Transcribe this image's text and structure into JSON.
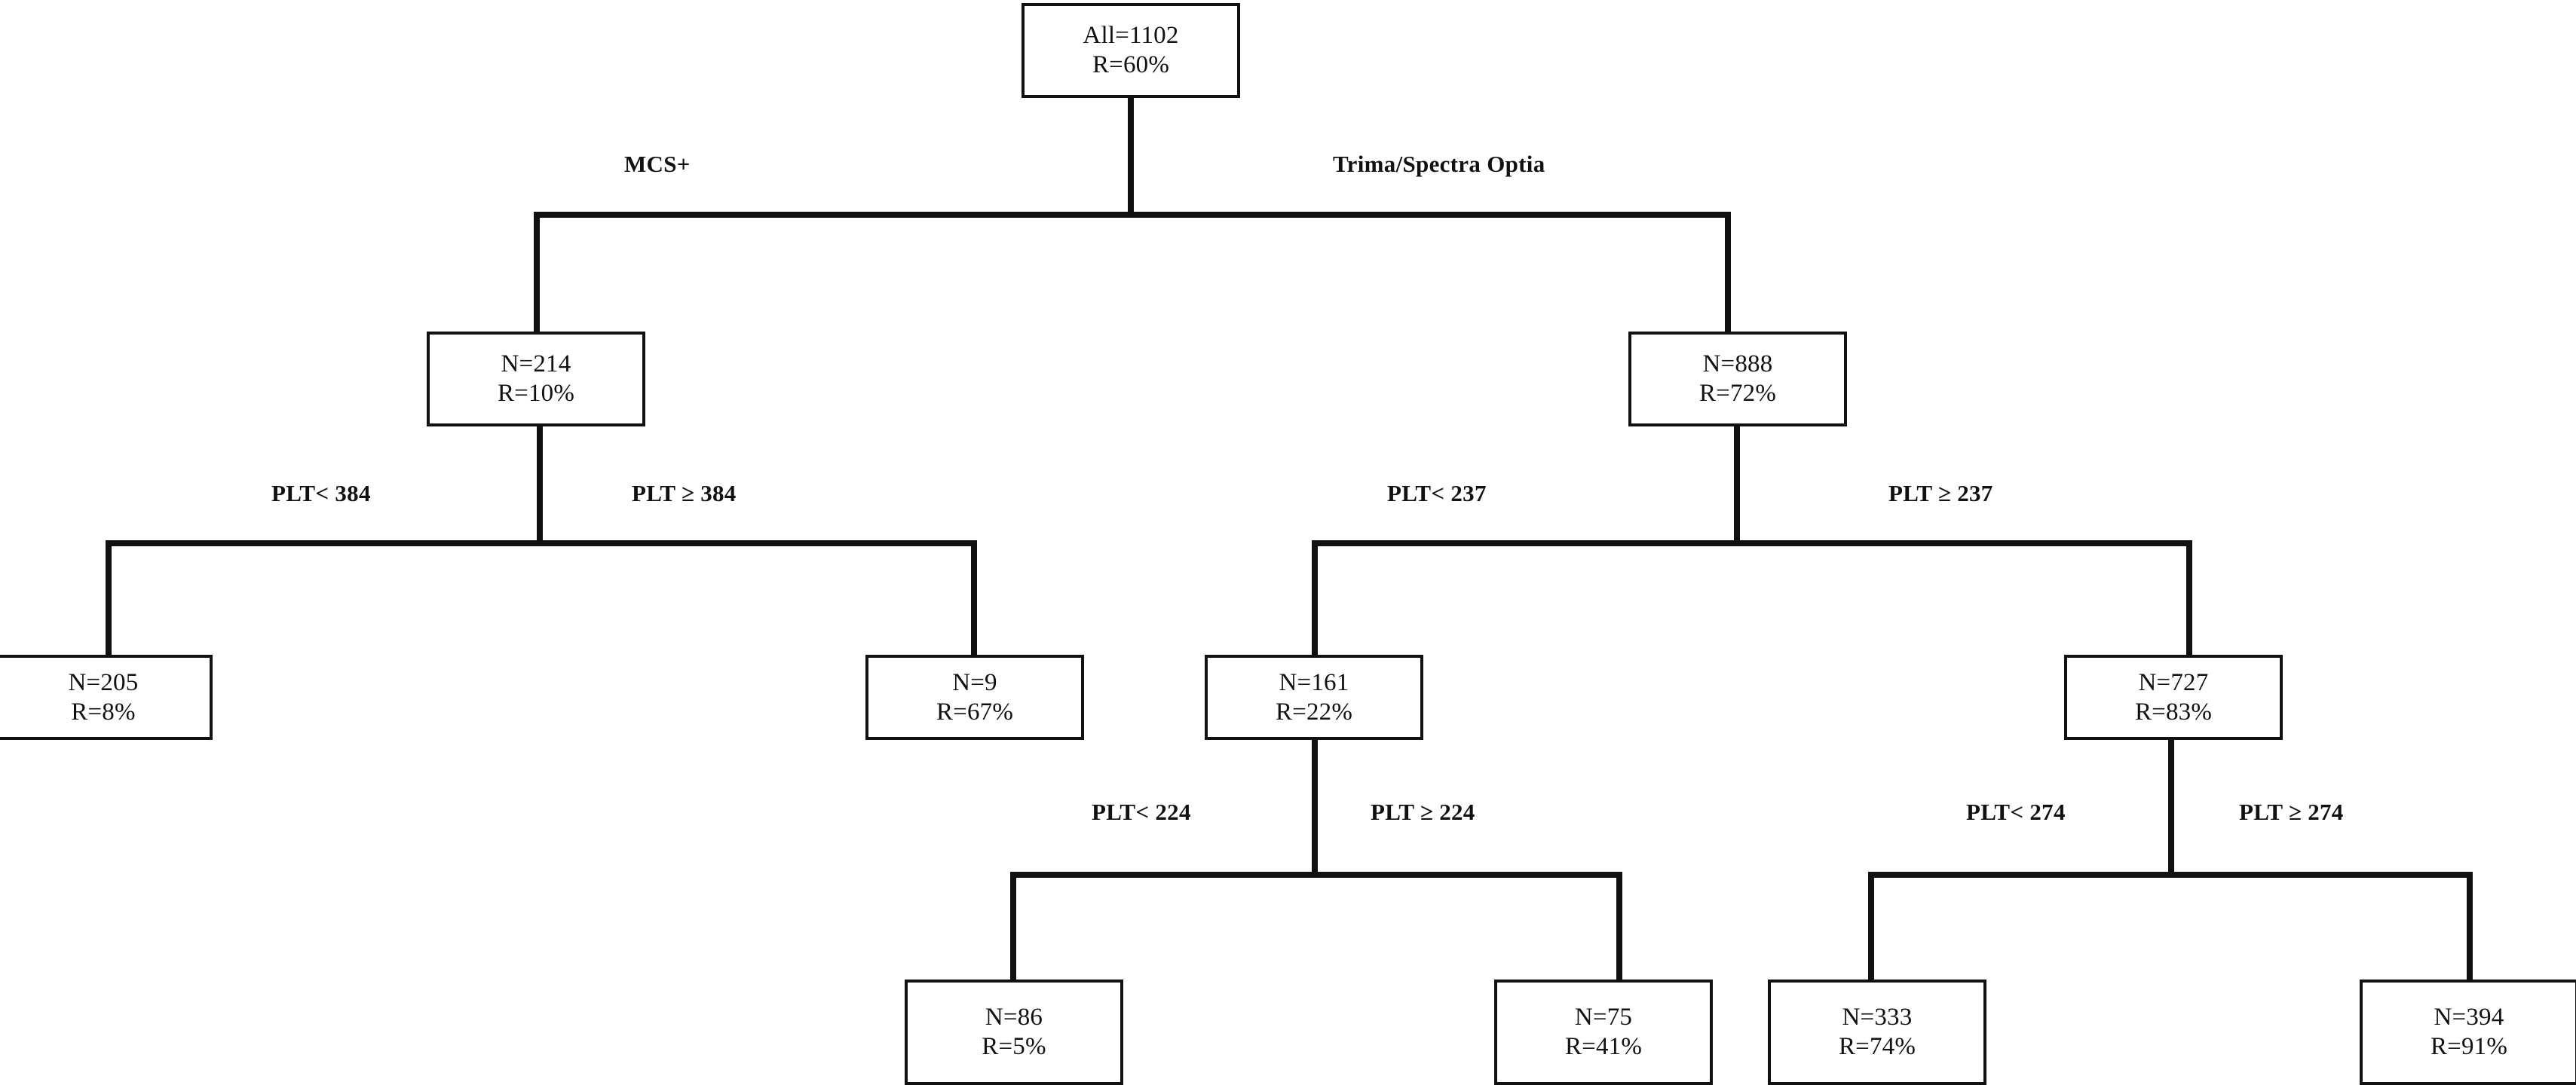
{
  "figure": {
    "type": "decision-tree",
    "background_color": "#ffffff",
    "line_color": "#111111",
    "box_fill": "#ffffff"
  },
  "chart_data": {
    "type": "tree",
    "title": "",
    "root_label": "All=1102",
    "nodes": [
      {
        "id": "root",
        "n_label": "All=1102",
        "r_label": "R=60%",
        "n": 1102,
        "r_pct": 60
      },
      {
        "id": "mcs",
        "n_label": "N=214",
        "r_label": "R=10%",
        "n": 214,
        "r_pct": 10
      },
      {
        "id": "trima",
        "n_label": "N=888",
        "r_label": "R=72%",
        "n": 888,
        "r_pct": 72
      },
      {
        "id": "n205",
        "n_label": "N=205",
        "r_label": "R=8%",
        "n": 205,
        "r_pct": 8
      },
      {
        "id": "n9",
        "n_label": "N=9",
        "r_label": "R=67%",
        "n": 9,
        "r_pct": 67
      },
      {
        "id": "n161",
        "n_label": "N=161",
        "r_label": "R=22%",
        "n": 161,
        "r_pct": 22
      },
      {
        "id": "n727",
        "n_label": "N=727",
        "r_label": "R=83%",
        "n": 727,
        "r_pct": 83
      },
      {
        "id": "n86",
        "n_label": "N=86",
        "r_label": "R=5%",
        "n": 86,
        "r_pct": 5
      },
      {
        "id": "n75",
        "n_label": "N=75",
        "r_label": "R=41%",
        "n": 75,
        "r_pct": 41
      },
      {
        "id": "n333",
        "n_label": "N=333",
        "r_label": "R=74%",
        "n": 333,
        "r_pct": 74
      },
      {
        "id": "n394",
        "n_label": "N=394",
        "r_label": "R=91%",
        "n": 394,
        "r_pct": 91
      }
    ],
    "splits": [
      {
        "parent": "root",
        "left_label": "MCS+",
        "right_label": "Trima/Spectra Optia",
        "variable": "device"
      },
      {
        "parent": "mcs",
        "left_label": "PLT< 384",
        "right_label": "PLT ≥ 384",
        "variable": "PLT",
        "threshold": 384
      },
      {
        "parent": "trima",
        "left_label": "PLT< 237",
        "right_label": "PLT ≥ 237",
        "variable": "PLT",
        "threshold": 237
      },
      {
        "parent": "n161",
        "left_label": "PLT< 224",
        "right_label": "PLT ≥ 224",
        "variable": "PLT",
        "threshold": 224
      },
      {
        "parent": "n727",
        "left_label": "PLT< 274",
        "right_label": "PLT ≥ 274",
        "variable": "PLT",
        "threshold": 274
      }
    ],
    "edges": [
      {
        "from": "root",
        "to": "mcs"
      },
      {
        "from": "root",
        "to": "trima"
      },
      {
        "from": "mcs",
        "to": "n205"
      },
      {
        "from": "mcs",
        "to": "n9"
      },
      {
        "from": "trima",
        "to": "n161"
      },
      {
        "from": "trima",
        "to": "n727"
      },
      {
        "from": "n161",
        "to": "n86"
      },
      {
        "from": "n161",
        "to": "n75"
      },
      {
        "from": "n727",
        "to": "n333"
      },
      {
        "from": "n727",
        "to": "n394"
      }
    ]
  },
  "nodes": {
    "root": {
      "n": "All=1102",
      "r": "R=60%"
    },
    "mcs": {
      "n": "N=214",
      "r": "R=10%"
    },
    "trima": {
      "n": "N=888",
      "r": "R=72%"
    },
    "n205": {
      "n": "N=205",
      "r": "R=8%"
    },
    "n9": {
      "n": "N=9",
      "r": "R=67%"
    },
    "n161": {
      "n": "N=161",
      "r": "R=22%"
    },
    "n727": {
      "n": "N=727",
      "r": "R=83%"
    },
    "n86": {
      "n": "N=86",
      "r": "R=5%"
    },
    "n75": {
      "n": "N=75",
      "r": "R=41%"
    },
    "n333": {
      "n": "N=333",
      "r": "R=74%"
    },
    "n394": {
      "n": "N=394",
      "r": "R=91%"
    }
  },
  "edge_labels": {
    "device_left": "MCS+",
    "device_right": "Trima/Spectra Optia",
    "plt384_left": "PLT< 384",
    "plt384_right": "PLT ≥ 384",
    "plt237_left": "PLT< 237",
    "plt237_right": "PLT ≥ 237",
    "plt224_left": "PLT< 224",
    "plt224_right": "PLT ≥ 224",
    "plt274_left": "PLT< 274",
    "plt274_right": "PLT ≥ 274"
  }
}
